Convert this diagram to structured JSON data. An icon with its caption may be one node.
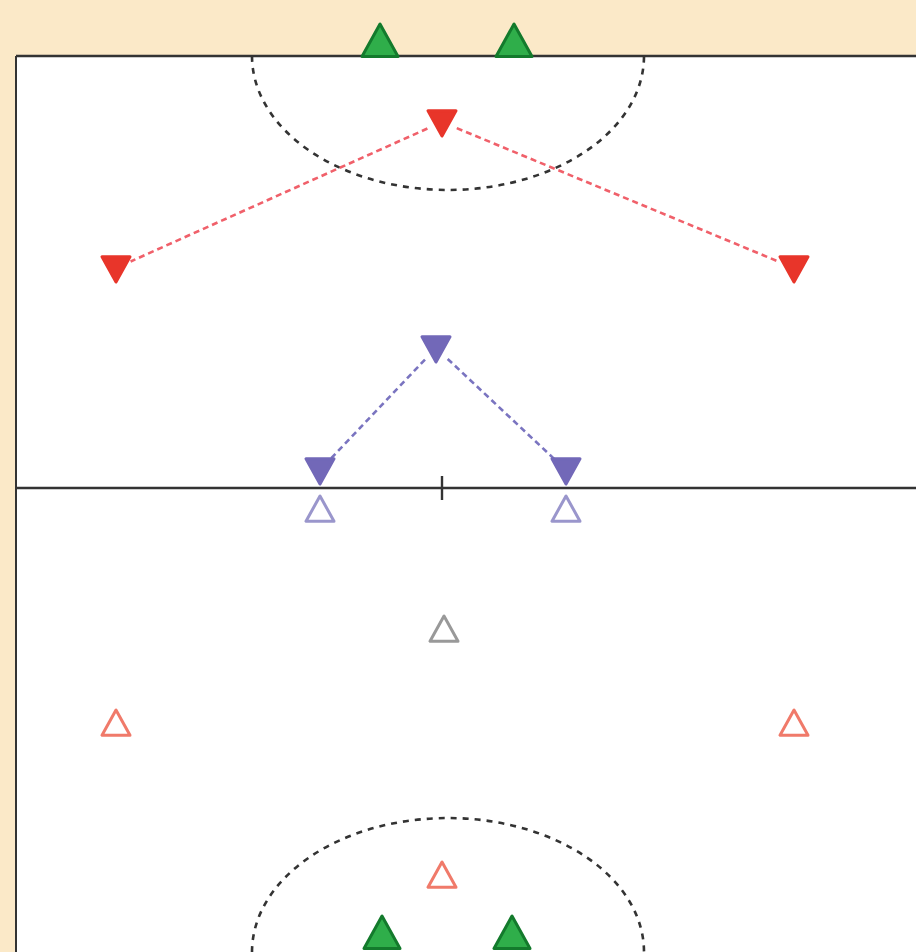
{
  "diagram": {
    "nodes": [
      {
        "text": [],
        "shape": "triangle"
      },
      {
        "text": [],
        "shape": "triangle"
      },
      {
        "text": [],
        "shape": "triangle"
      },
      {
        "text": [],
        "shape": "triangle"
      },
      {
        "text": [],
        "shape": "triangle"
      },
      {
        "text": [],
        "shape": "triangle"
      },
      {
        "text": [],
        "shape": "triangle"
      },
      {
        "text": [],
        "shape": "triangle"
      },
      {
        "text": [],
        "shape": "triangle"
      },
      {
        "text": [],
        "shape": "triangle"
      },
      {
        "text": [],
        "shape": "triangle"
      },
      {
        "text": [],
        "shape": "triangle"
      },
      {
        "text": [],
        "shape": "triangle"
      },
      {
        "text": [],
        "shape": "triangle"
      },
      {
        "text": [],
        "shape": "triangle"
      },
      {
        "text": [],
        "shape": "triangle"
      }
    ],
    "edges": [
      {
        "from": 2,
        "to": 3,
        "arrow": "none",
        "style": "dashed",
        "color": "#f0606a"
      },
      {
        "from": 2,
        "to": 4,
        "arrow": "none",
        "style": "dashed",
        "color": "#f0606a"
      },
      {
        "from": 5,
        "to": 6,
        "arrow": "none",
        "style": "dashed",
        "color": "#7a74c0"
      },
      {
        "from": 5,
        "to": 7,
        "arrow": "none",
        "style": "dashed",
        "color": "#7a74c0"
      }
    ]
  }
}
